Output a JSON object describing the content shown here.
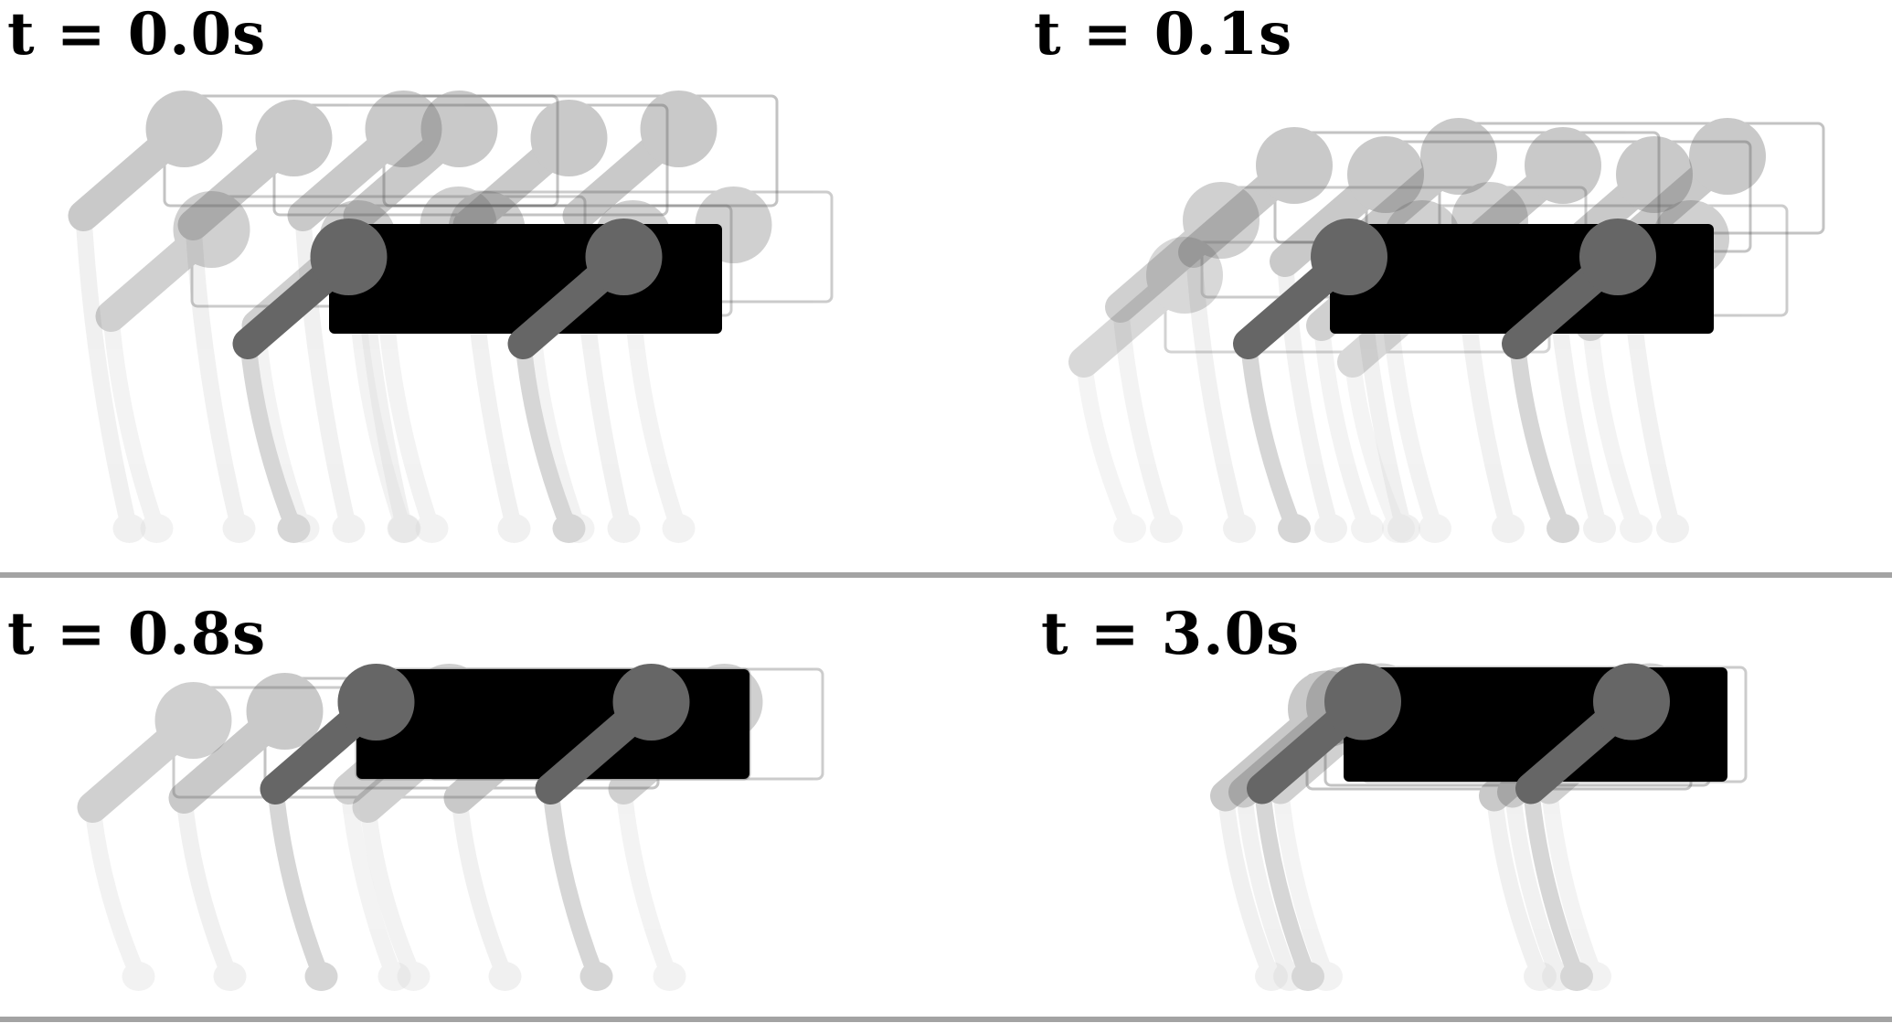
{
  "panels": [
    {
      "id": "p1",
      "label": "t = 0.0s"
    },
    {
      "id": "p2",
      "label": "t = 0.1s"
    },
    {
      "id": "p3",
      "label": "t = 0.8s"
    },
    {
      "id": "p4",
      "label": "t = 3.0s"
    }
  ],
  "colors": {
    "ground": "#a3a3a3",
    "body": "#000000",
    "upper_leg": "#666666",
    "ghost": "#9a9a9a",
    "lower_leg": "#d6d6d6"
  }
}
